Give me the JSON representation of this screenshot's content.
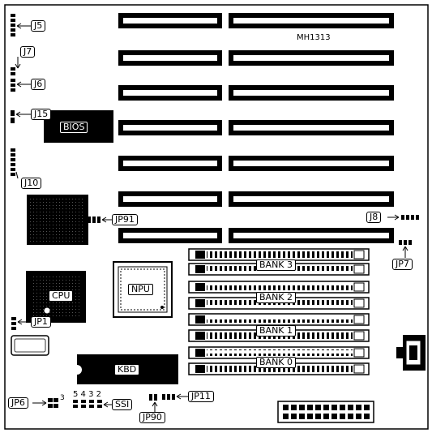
{
  "board_model": "MH1313",
  "chips": {
    "bios": "BIOS",
    "cpu": "CPU",
    "npu": "NPU",
    "kbd": "KBD"
  },
  "jumpers": {
    "j5": "J5",
    "j7": "J7",
    "j6": "J6",
    "j15": "J15",
    "j10": "J10",
    "jp91": "JP91",
    "j8": "J8",
    "jp7": "JP7",
    "jp1": "JP1",
    "jp6": "JP6",
    "jp6_pin": "3",
    "ssi": "SSI",
    "ssi_pins": "5 4 3 2",
    "jp11": "JP11",
    "jp90": "JP90"
  },
  "memory_banks": [
    "BANK 3",
    "BANK 2",
    "BANK 1",
    "BANK 0"
  ]
}
